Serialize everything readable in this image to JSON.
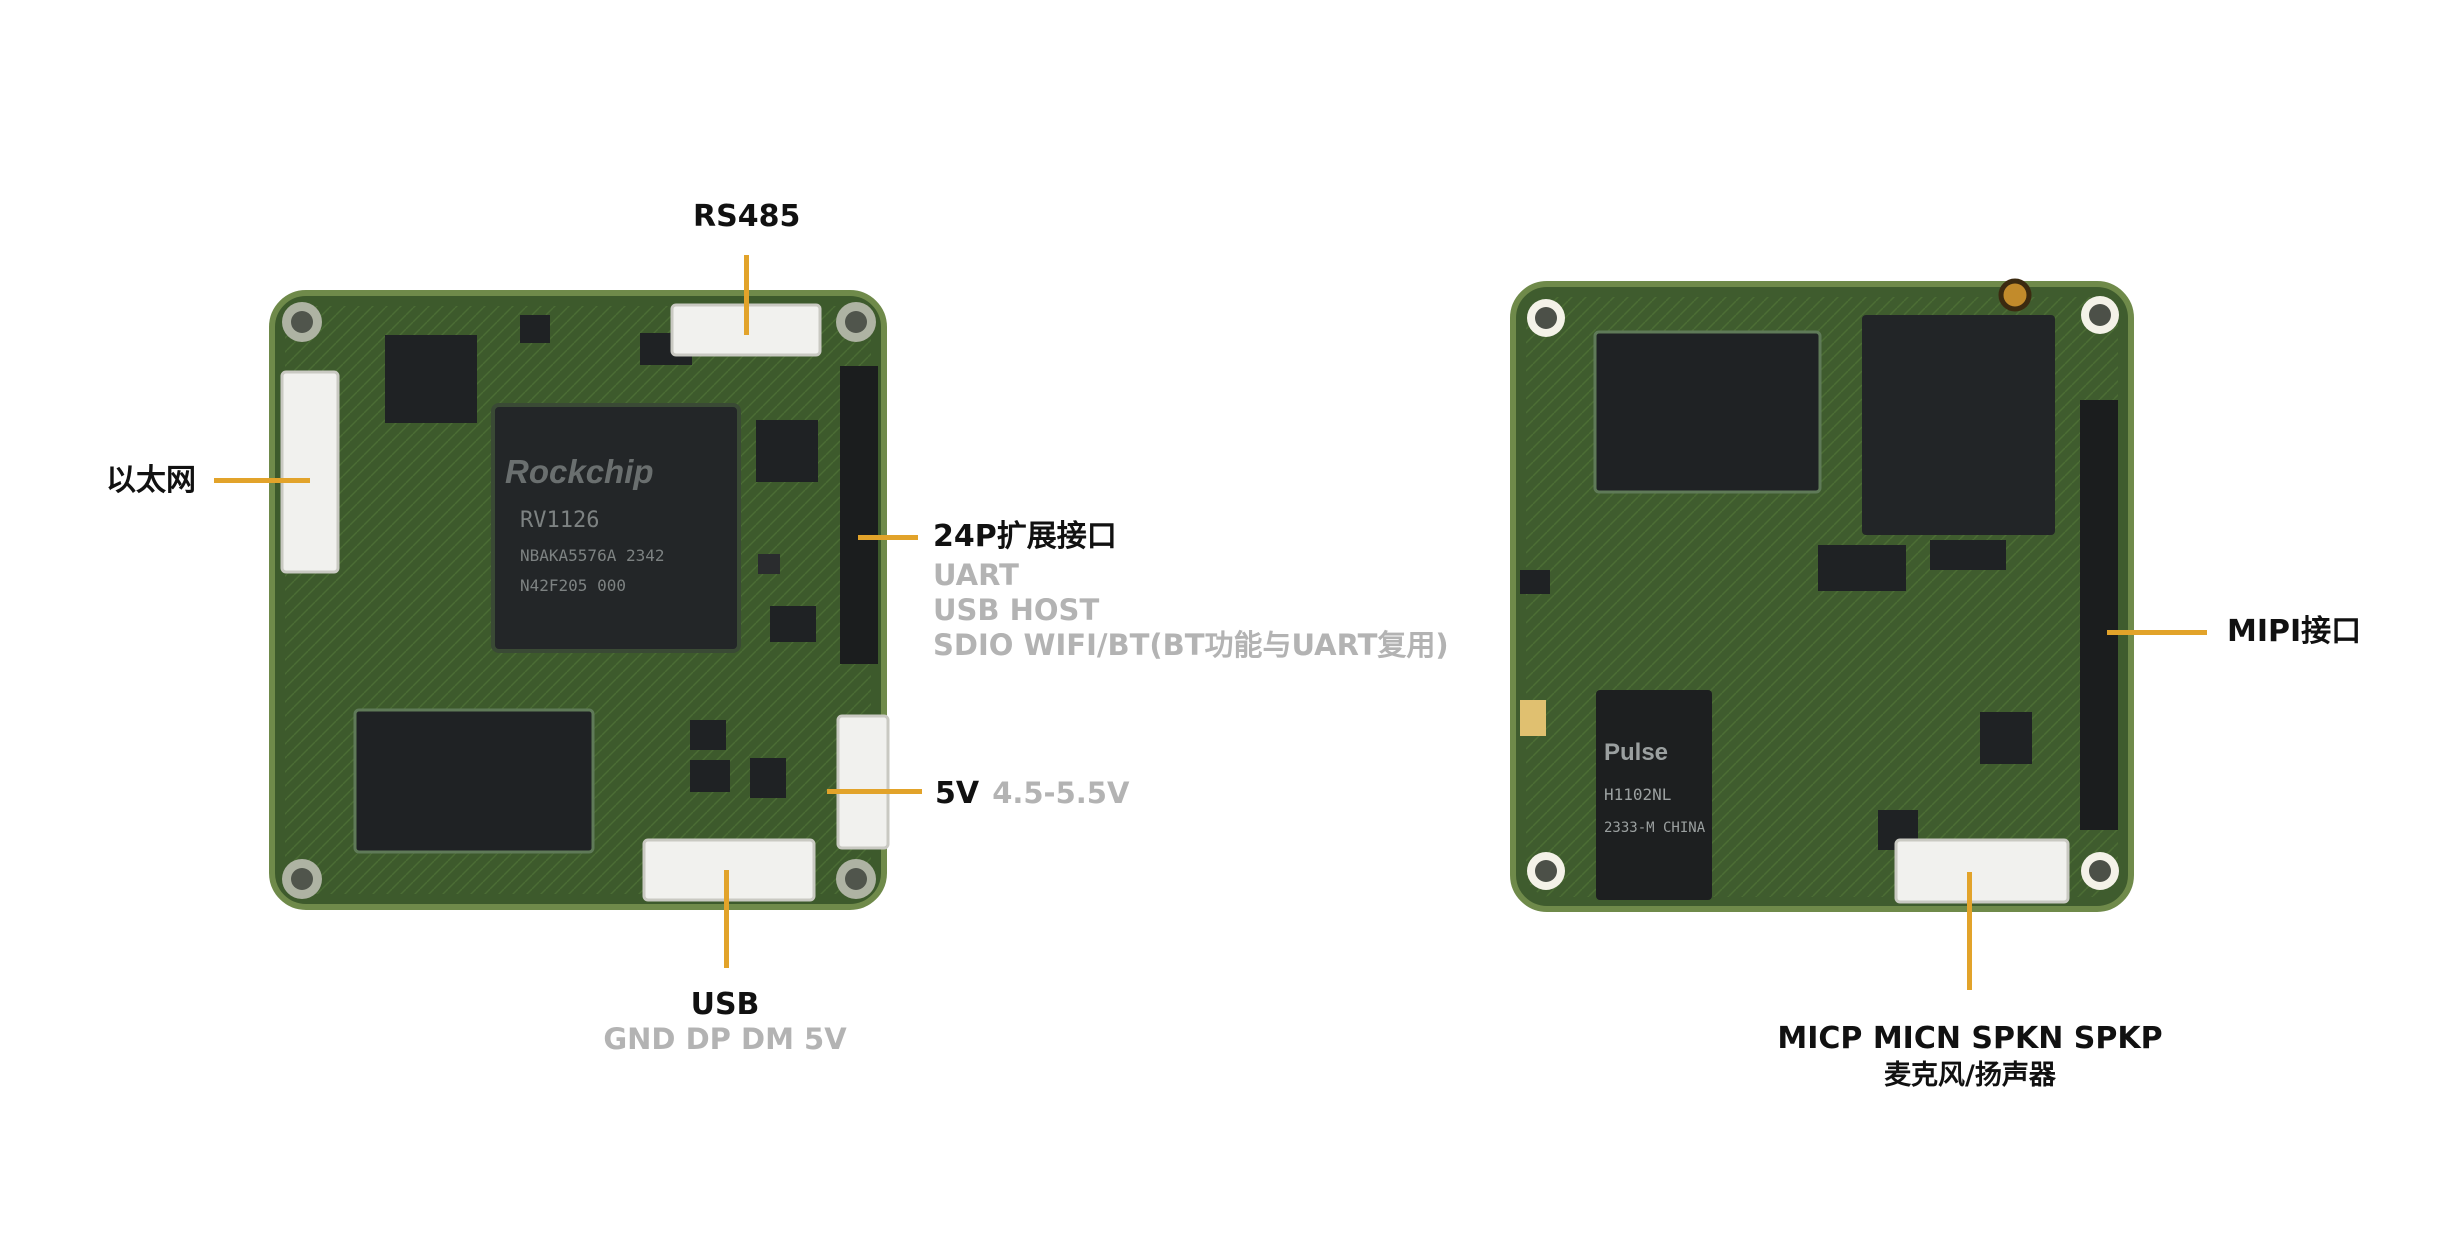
{
  "colors": {
    "leader": "#e2a32a",
    "pcb": "#3d5a2c",
    "pcb_edge": "#6f8a4a",
    "chip": "#1f2224",
    "silk": "#c9d2b0",
    "connector": "#f1f1ee"
  },
  "left_board": {
    "soc_brand": "Rockchip",
    "soc_model": "RV1126",
    "soc_code": "NBAKA5576A  2342",
    "soc_code2": "N42F205  000",
    "labels": {
      "rs485": "RS485",
      "ethernet": "以太网",
      "expansion_title": "24P扩展接口",
      "expansion_items": [
        "UART",
        "USB HOST",
        "SDIO WIFI/BT(BT功能与UART复用)"
      ],
      "power_title": "5V",
      "power_range": "4.5-5.5V",
      "usb_title": "USB",
      "usb_pins": "GND DP DM 5V"
    }
  },
  "right_board": {
    "magnetics_brand": "Pulse",
    "magnetics_part": "H1102NL",
    "magnetics_code": "2333-M CHINA",
    "labels": {
      "mipi": "MIPI接口",
      "audio_pins": "MICP MICN SPKN SPKP",
      "audio_desc": "麦克风/扬声器"
    }
  }
}
